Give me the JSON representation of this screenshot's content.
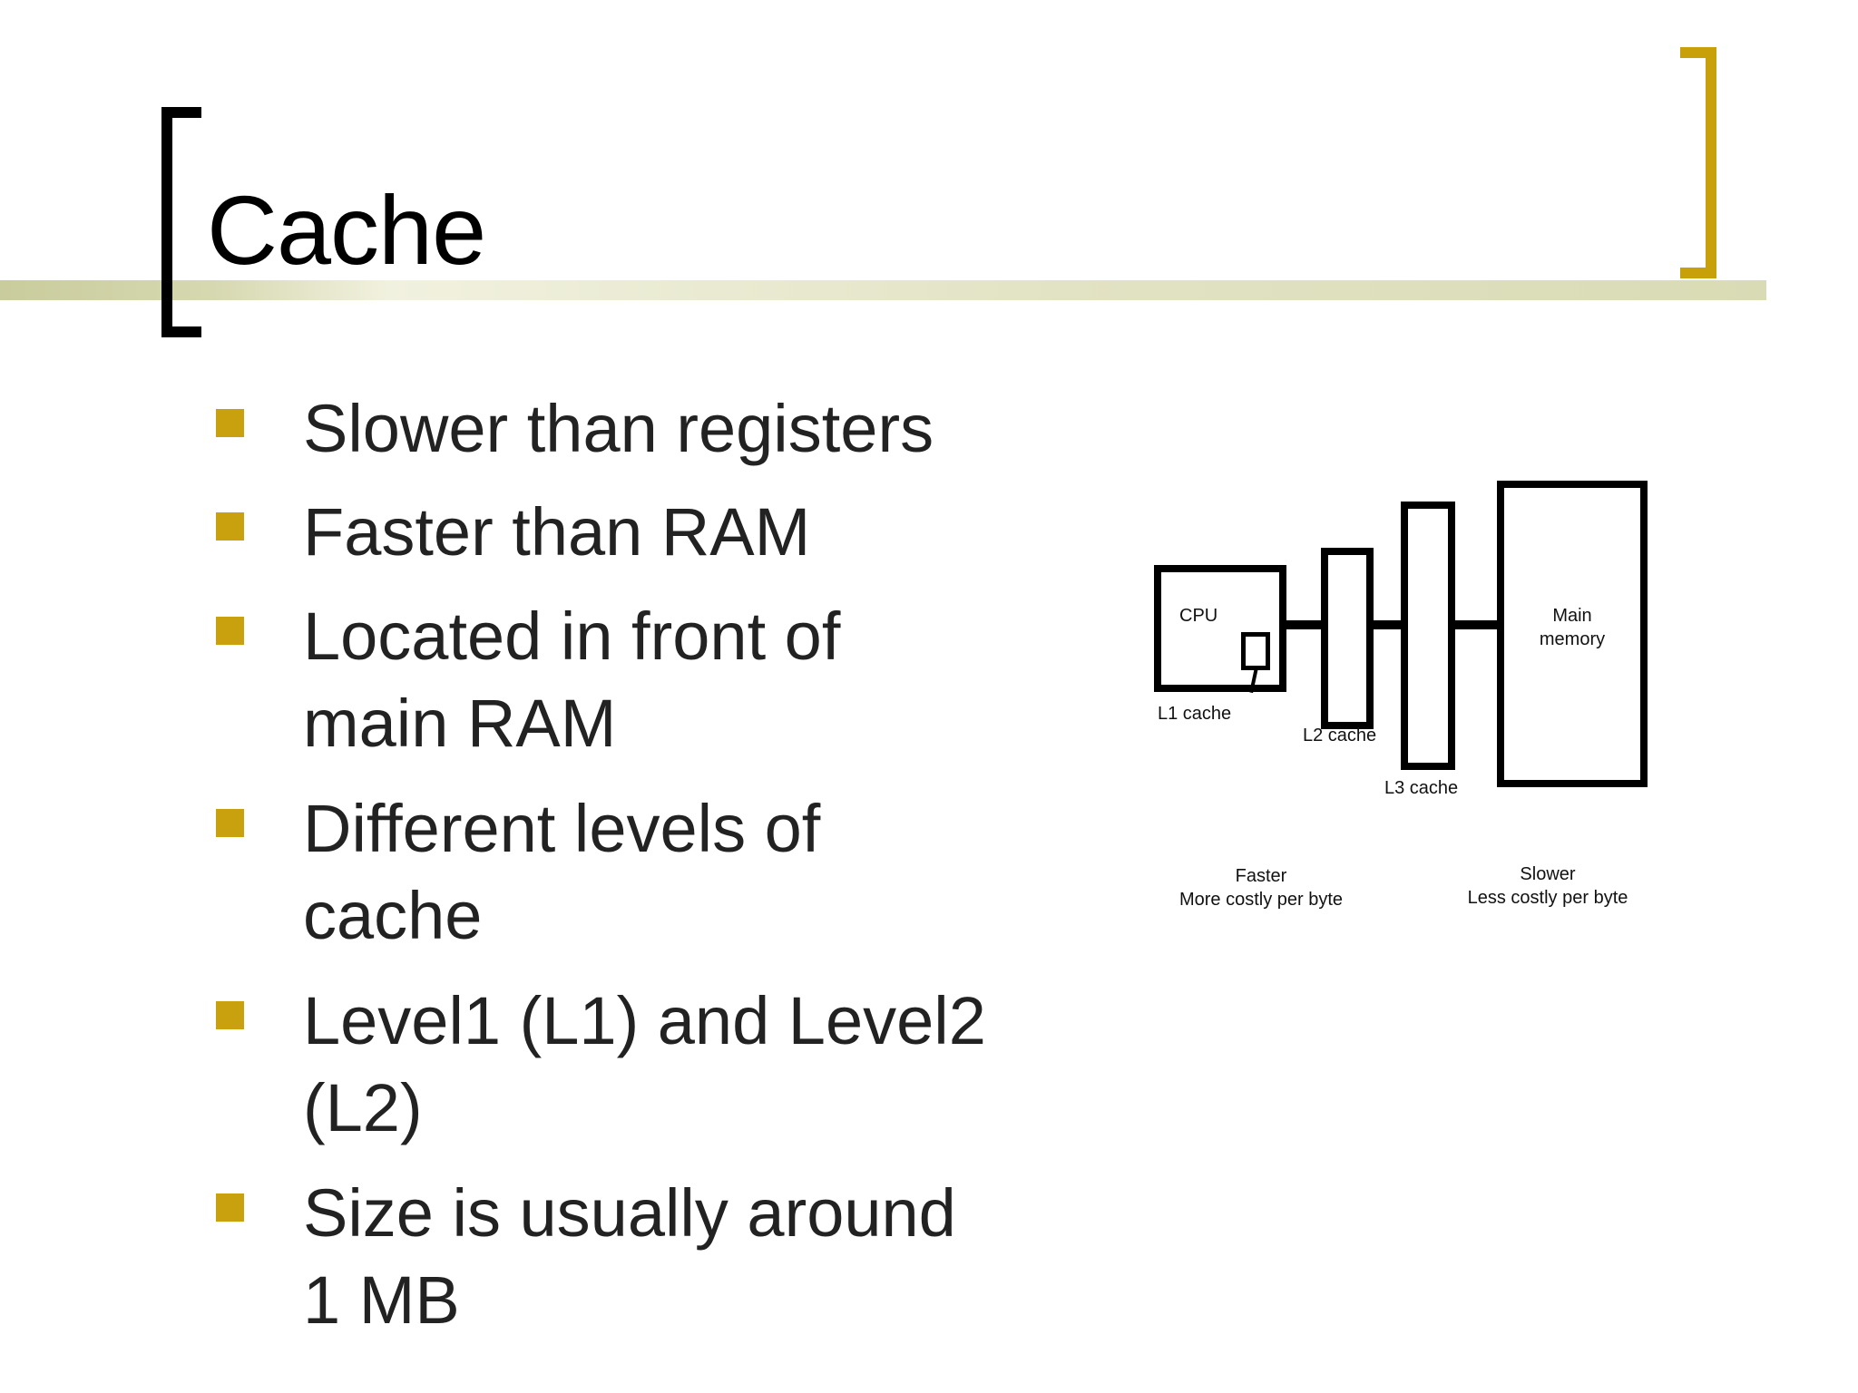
{
  "slide": {
    "title": "Cache",
    "bullets": [
      "Slower than registers",
      "Faster than RAM",
      "Located in front of\nmain RAM",
      "Different levels of\ncache",
      "Level1 (L1) and Level2\n(L2)",
      "Size is usually around\n1 MB"
    ]
  },
  "diagram": {
    "cpu": "CPU",
    "main_memory": "Main\nmemory",
    "l1": "L1 cache",
    "l2": "L2 cache",
    "l3": "L3 cache",
    "faster_title": "Faster",
    "faster_sub": "More costly per byte",
    "slower_title": "Slower",
    "slower_sub": "Less costly per byte"
  },
  "colors": {
    "accent": "#c9a10f",
    "bar": "#d6d8b0",
    "text": "#222222"
  }
}
